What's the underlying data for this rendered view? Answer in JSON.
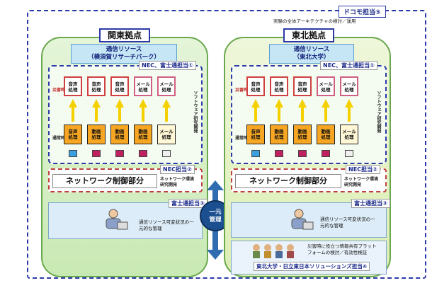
{
  "docomo_tag": "ドコモ担当⑤",
  "architecture_note": "実験の全体アーキテクチャの検討／運用",
  "center_label": "一元\n管理",
  "east": {
    "title": "関東拠点",
    "resource_line1": "通信リソース",
    "resource_line2": "（横須賀リサーチパーク）",
    "sw_tag": "NEC、富士通担当①",
    "sw_label": "ソフトウェア研究開発",
    "disaster_label": "災害時",
    "normal_label": "通常時",
    "top_modules": [
      "音声\n処理",
      "音声\n処理",
      "音声\n処理",
      "メール\n処理",
      "メール\n処理"
    ],
    "bottom_modules": [
      "音声\n処理",
      "動画\n処理",
      "動画\n処理",
      "動画\n処理",
      "メール\n処理"
    ],
    "net_tag": "NEC担当②",
    "net_title": "ネットワーク制御部分",
    "net_sub": "ネットワーク環境\n研究開発",
    "mgmt_tag": "富士通担当③",
    "mgmt_text": "通信リソース可変状況の一\n元的な管理"
  },
  "north": {
    "title": "東北拠点",
    "resource_line1": "通信リソース",
    "resource_line2": "（東北大学）",
    "sw_tag": "NEC、富士通担当①",
    "sw_label": "ソフトウェア研究開発",
    "disaster_label": "災害時",
    "normal_label": "通常時",
    "top_modules": [
      "音声\n処理",
      "音声\n処理",
      "音声\n処理",
      "メール\n処理",
      "メール\n処理"
    ],
    "bottom_modules": [
      "音声\n処理",
      "動画\n処理",
      "動画\n処理",
      "動画\n処理",
      "メール\n処理"
    ],
    "net_tag": "NEC担当②",
    "net_title": "ネットワーク制御部分",
    "net_sub": "ネットワーク環境\n研究開発",
    "mgmt_tag": "富士通担当③",
    "mgmt_text": "通信リソース可変状況の一\n元的な管理",
    "platform_text": "災害時に役立つ情報共有プラット\nフォームの検討／有効性検証",
    "platform_tag": "東北大学・日立東日本ソリューションズ担当④"
  },
  "colors": {
    "accent_blue": "#2b3aa8",
    "dash_red": "#c04040",
    "arrow_yellow": "#f5d000",
    "module_orange": "#f6a623",
    "module_yellow": "#f7d84a"
  }
}
